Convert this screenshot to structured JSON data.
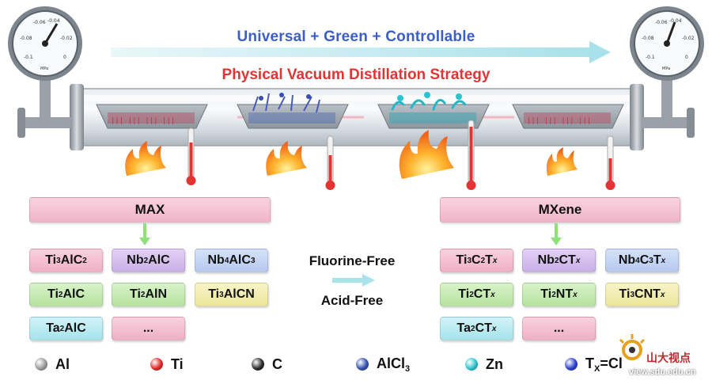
{
  "headline": "Universal + Green + Controllable",
  "subheadline": "Physical Vacuum Distillation Strategy",
  "gauge_unit": "MPa",
  "gauge_ticks": [
    "-0.06",
    "-0.04",
    "-0.08",
    "-0.02",
    "-0.1",
    "0"
  ],
  "max_label": "MAX",
  "mxene_label": "MXene",
  "max_phases": [
    {
      "base": "Ti",
      "sub1": "3",
      "mid": "AlC",
      "sub2": "2",
      "tail": "",
      "color": "pink"
    },
    {
      "base": "Nb",
      "sub1": "2",
      "mid": "AlC",
      "sub2": "",
      "tail": "",
      "color": "purple"
    },
    {
      "base": "Nb",
      "sub1": "4",
      "mid": "AlC",
      "sub2": "3",
      "tail": "",
      "color": "blue"
    },
    {
      "base": "Ti",
      "sub1": "2",
      "mid": "AlC",
      "sub2": "",
      "tail": "",
      "color": "green"
    },
    {
      "base": "Ti",
      "sub1": "2",
      "mid": "AlN",
      "sub2": "",
      "tail": "",
      "color": "green"
    },
    {
      "base": "Ti",
      "sub1": "3",
      "mid": "AlCN",
      "sub2": "",
      "tail": "",
      "color": "yellow"
    },
    {
      "base": "Ta",
      "sub1": "2",
      "mid": "AlC",
      "sub2": "",
      "tail": "",
      "color": "cyan"
    },
    {
      "base": "...",
      "sub1": "",
      "mid": "",
      "sub2": "",
      "tail": "",
      "color": "pink"
    }
  ],
  "mxene_phases": [
    {
      "base": "Ti",
      "sub1": "3",
      "mid": "C",
      "sub2": "2",
      "tail": "T",
      "color": "pink"
    },
    {
      "base": "Nb",
      "sub1": "2",
      "mid": "CT",
      "sub2": "",
      "tail": "",
      "color": "purple"
    },
    {
      "base": "Nb",
      "sub1": "4",
      "mid": "C",
      "sub2": "3",
      "tail": "T",
      "color": "blue"
    },
    {
      "base": "Ti",
      "sub1": "2",
      "mid": "CT",
      "sub2": "",
      "tail": "",
      "color": "green"
    },
    {
      "base": "Ti",
      "sub1": "2",
      "mid": "NT",
      "sub2": "",
      "tail": "",
      "color": "green"
    },
    {
      "base": "Ti",
      "sub1": "3",
      "mid": "CNT",
      "sub2": "",
      "tail": "",
      "color": "yellow"
    },
    {
      "base": "Ta",
      "sub1": "2",
      "mid": "CT",
      "sub2": "",
      "tail": "",
      "color": "cyan"
    },
    {
      "base": "...",
      "sub1": "",
      "mid": "",
      "sub2": "",
      "tail": "",
      "color": "pink"
    }
  ],
  "x_sub": "x",
  "process_labels": [
    "Fluorine-Free",
    "Acid-Free"
  ],
  "legend": [
    {
      "label": "Al",
      "color": "#9a9a9a"
    },
    {
      "label": "Ti",
      "color": "#e02828"
    },
    {
      "label": "C",
      "color": "#2a2a2a"
    },
    {
      "label": "AlCl",
      "sub": "3",
      "color": "#3550b0"
    },
    {
      "label": "Zn",
      "color": "#29c4d0"
    },
    {
      "label": "T",
      "sub": "X",
      "suffix": "=Cl",
      "color": "#2a3fd0"
    }
  ],
  "watermark": {
    "text": "山大视点",
    "url": "view.sdu.edu.cn"
  },
  "colors": {
    "headline": "#3a5fc8",
    "subheadline": "#e03535",
    "arrow": "#a9e4ec"
  }
}
